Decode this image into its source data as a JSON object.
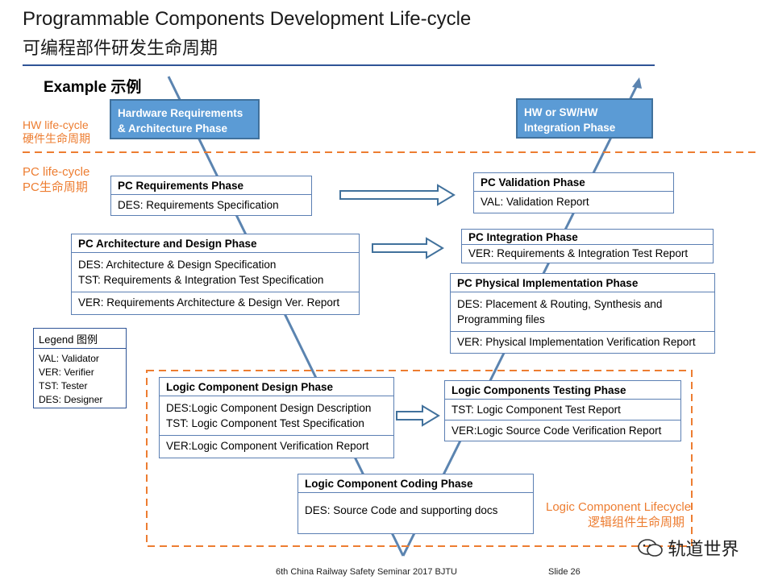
{
  "slide": {
    "title_en": "Programmable Components Development Life-cycle",
    "title_zh": "可编程部件研发生命周期",
    "example_label": "Example 示例"
  },
  "side_labels": {
    "hw_en": "HW life-cycle",
    "hw_zh": "硬件生命周期",
    "pc_en": "PC life-cycle",
    "pc_zh": "PC生命周期",
    "lc_en": "Logic Component Lifecycle",
    "lc_zh": "逻辑组件生命周期"
  },
  "phases": {
    "hw_req": "Hardware Requirements & Architecture Phase",
    "hw_int": "HW or SW/HW Integration Phase",
    "pc_req": {
      "title": "PC Requirements Phase",
      "des": "DES: Requirements Specification"
    },
    "pc_arch": {
      "title": "PC Architecture and Design Phase",
      "des": "DES: Architecture & Design Specification",
      "tst": "TST: Requirements & Integration Test Specification",
      "ver": "VER: Requirements Architecture & Design Ver. Report"
    },
    "pc_val": {
      "title": "PC Validation Phase",
      "val": "VAL: Validation Report"
    },
    "pc_int": {
      "title": "PC Integration Phase",
      "ver": "VER: Requirements & Integration Test Report"
    },
    "pc_phys": {
      "title": "PC Physical Implementation Phase",
      "des1": "DES: Placement & Routing, Synthesis and",
      "des2": "Programming files",
      "ver": "VER: Physical Implementation Verification Report"
    },
    "lc_design": {
      "title": "Logic Component Design Phase",
      "des": "DES:Logic Component Design Description",
      "tst": "TST: Logic Component Test Specification",
      "ver": "VER:Logic Component Verification Report"
    },
    "lc_test": {
      "title": "Logic Components Testing Phase",
      "tst": "TST: Logic Component Test Report",
      "ver": "VER:Logic Source Code Verification Report"
    },
    "lc_coding": {
      "title": "Logic Component Coding Phase",
      "des": "DES: Source Code and supporting docs"
    }
  },
  "legend": {
    "title": "Legend 图例",
    "items": [
      "VAL: Validator",
      "VER: Verifier",
      "TST: Tester",
      "DES: Designer"
    ]
  },
  "footer": {
    "seminar": "6th China Railway Safety Seminar 2017 BJTU",
    "slide_no": "Slide 26"
  },
  "watermark": "轨道世界",
  "colors": {
    "accent_orange": "#ed7d31",
    "phase_blue": "#5b9bd5",
    "v_line": "#5b84b0",
    "rule_blue": "#2f5496"
  }
}
